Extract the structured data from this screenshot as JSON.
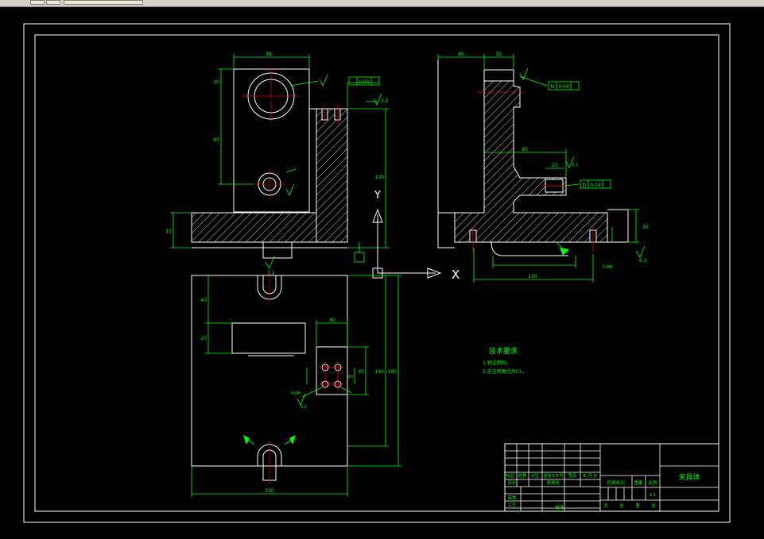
{
  "colors": {
    "background": "#000000",
    "outline": "#ffffff",
    "dimension": "#00ff00",
    "centerline": "#ff0000",
    "hatch": "#ffffff",
    "title_block_text": "#00ff00"
  },
  "icons": {
    "toolbar": "toolbar-buttons-icon",
    "ucs": "ucs-axis-icon"
  },
  "ucs": {
    "x_label": "X",
    "y_label": "Y"
  },
  "front_view": {
    "width_dim": "98",
    "height_dim_top": "30",
    "height_dim_mid": "60",
    "total_height": "100",
    "base_height": "15",
    "gdt_value": "0.05",
    "roughness": "3.2"
  },
  "side_view": {
    "top_dims": [
      "60",
      "30"
    ],
    "mid_dim": "90",
    "bottom_dim": "150",
    "small_dim": "25",
    "gdt_upper": "0.04",
    "gdt_lower": "0.04",
    "datum": "b",
    "roughness": "3.2",
    "roughness_right": "6.3",
    "hole_dim": "2-M8"
  },
  "plan_view": {
    "width_dim": "150",
    "height_dim": "180",
    "inner_height": "140",
    "left_dims": [
      "40",
      "20"
    ],
    "hole_dims": [
      "40",
      "40",
      "20"
    ],
    "hole_note": "4-Ø8",
    "roughness": "3.2"
  },
  "tech_requirements": {
    "title": "技术要求",
    "items": [
      "1.锐边倒钝。",
      "2.未注倒角均为C1。"
    ]
  },
  "title_block": {
    "part_name": "夹具体",
    "row_labels": [
      "标记",
      "处数",
      "分区",
      "更改文件号",
      "签名",
      "年.月.日"
    ],
    "design_label": "设计",
    "standard_label": "标准化",
    "stage_label": "阶段标记",
    "weight_label": "重量",
    "scale_label": "比例",
    "scale_value": "1:1",
    "review_label": "审核",
    "craft_label": "工艺",
    "approve_label": "批准",
    "sheet_labels": [
      "共",
      "张",
      "第",
      "张"
    ]
  }
}
